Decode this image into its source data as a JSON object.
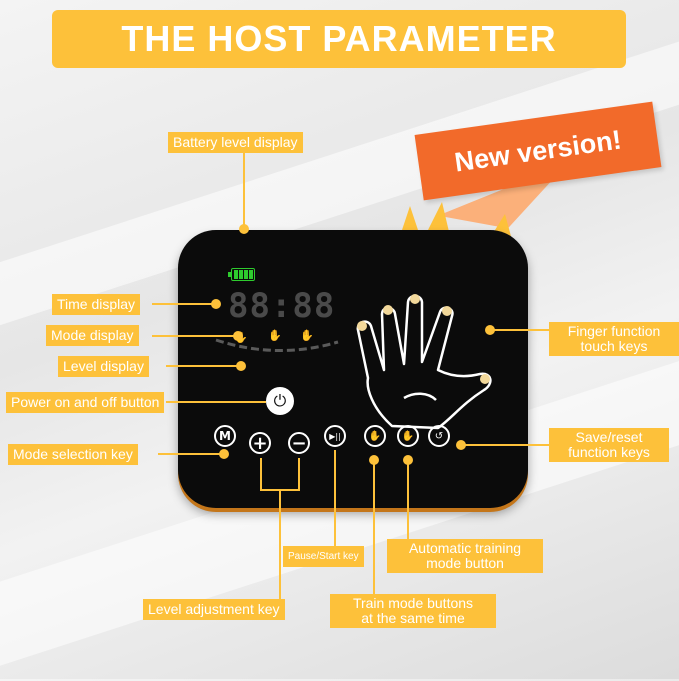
{
  "title": "THE HOST PARAMETER",
  "badge": "New version!",
  "labels": {
    "battery": "Battery level display",
    "time": "Time display",
    "mode": "Mode display",
    "level": "Level display",
    "power": "Power on and off button",
    "mode_selection": "Mode selection key",
    "finger_keys_line1": "Finger function",
    "finger_keys_line2": "touch keys",
    "save_reset_line1": "Save/reset",
    "save_reset_line2": "function keys",
    "pause_start": "Pause/Start key",
    "auto_train_line1": "Automatic training",
    "auto_train_line2": "mode button",
    "level_adjust": "Level adjustment key",
    "train_mode_line1": "Train mode buttons",
    "train_mode_line2": "at the same time"
  },
  "device": {
    "time_digits": "88:88",
    "mode_button_glyph": "M",
    "plus_glyph": "+",
    "minus_glyph": "−",
    "play_pause_glyph": "▶||",
    "power_glyph": "⏻"
  },
  "colors": {
    "accent": "#fdc13a",
    "badge": "#f26a2a",
    "device_body": "#0b0b0b",
    "battery": "#2ecc2e"
  },
  "icons": [
    "battery-icon",
    "hand-icon",
    "power-icon",
    "play-pause-icon",
    "plus-icon",
    "minus-icon",
    "mode-icon"
  ]
}
